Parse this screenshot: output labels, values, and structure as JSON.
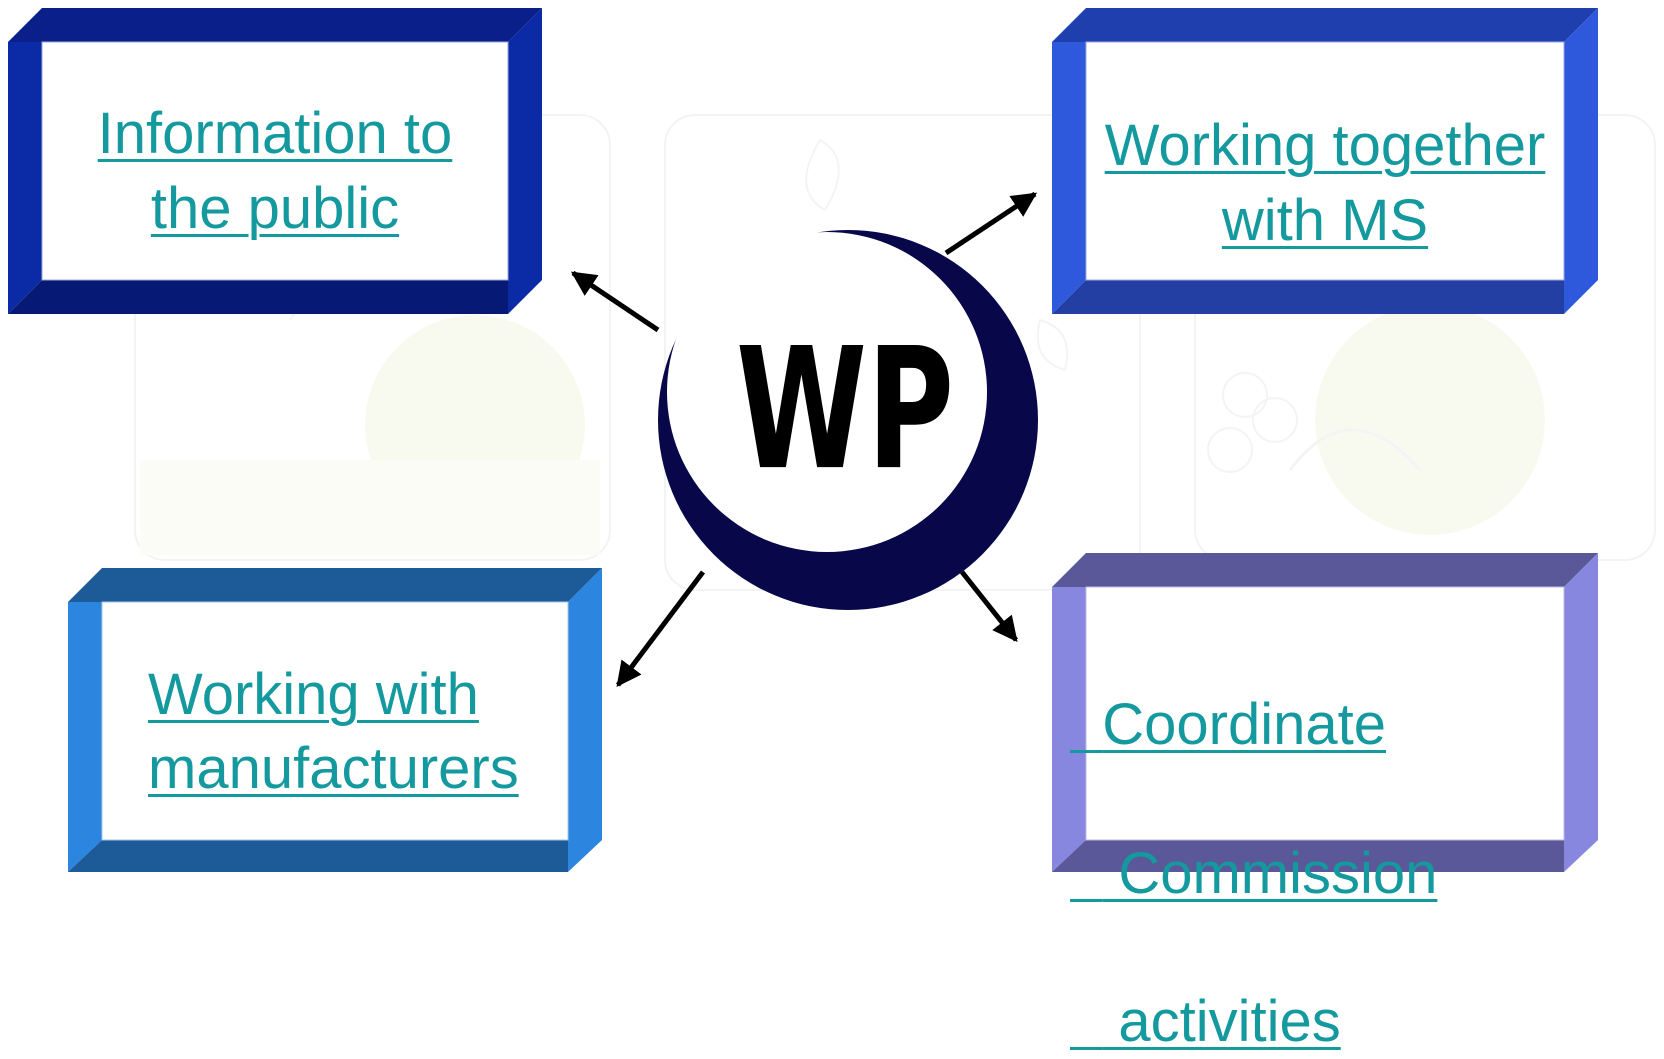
{
  "hub": {
    "label": "WP"
  },
  "boxes": {
    "top_left": {
      "lines": [
        "Information to",
        "the public"
      ],
      "frame_color": "#0a2aa6"
    },
    "top_right": {
      "lines": [
        "Working together",
        "with MS"
      ],
      "frame_color": "#2f59dd"
    },
    "bottom_left": {
      "lines": [
        "Working with",
        "manufacturers"
      ],
      "frame_color": "#2c86e0"
    },
    "bottom_right": {
      "lines": [
        "Coordinate",
        " Commission",
        " activities"
      ],
      "frame_color": "#8787e0"
    }
  },
  "colors": {
    "link_text": "#13999e",
    "hub_ring": "#07074a",
    "arrow": "#000000"
  }
}
